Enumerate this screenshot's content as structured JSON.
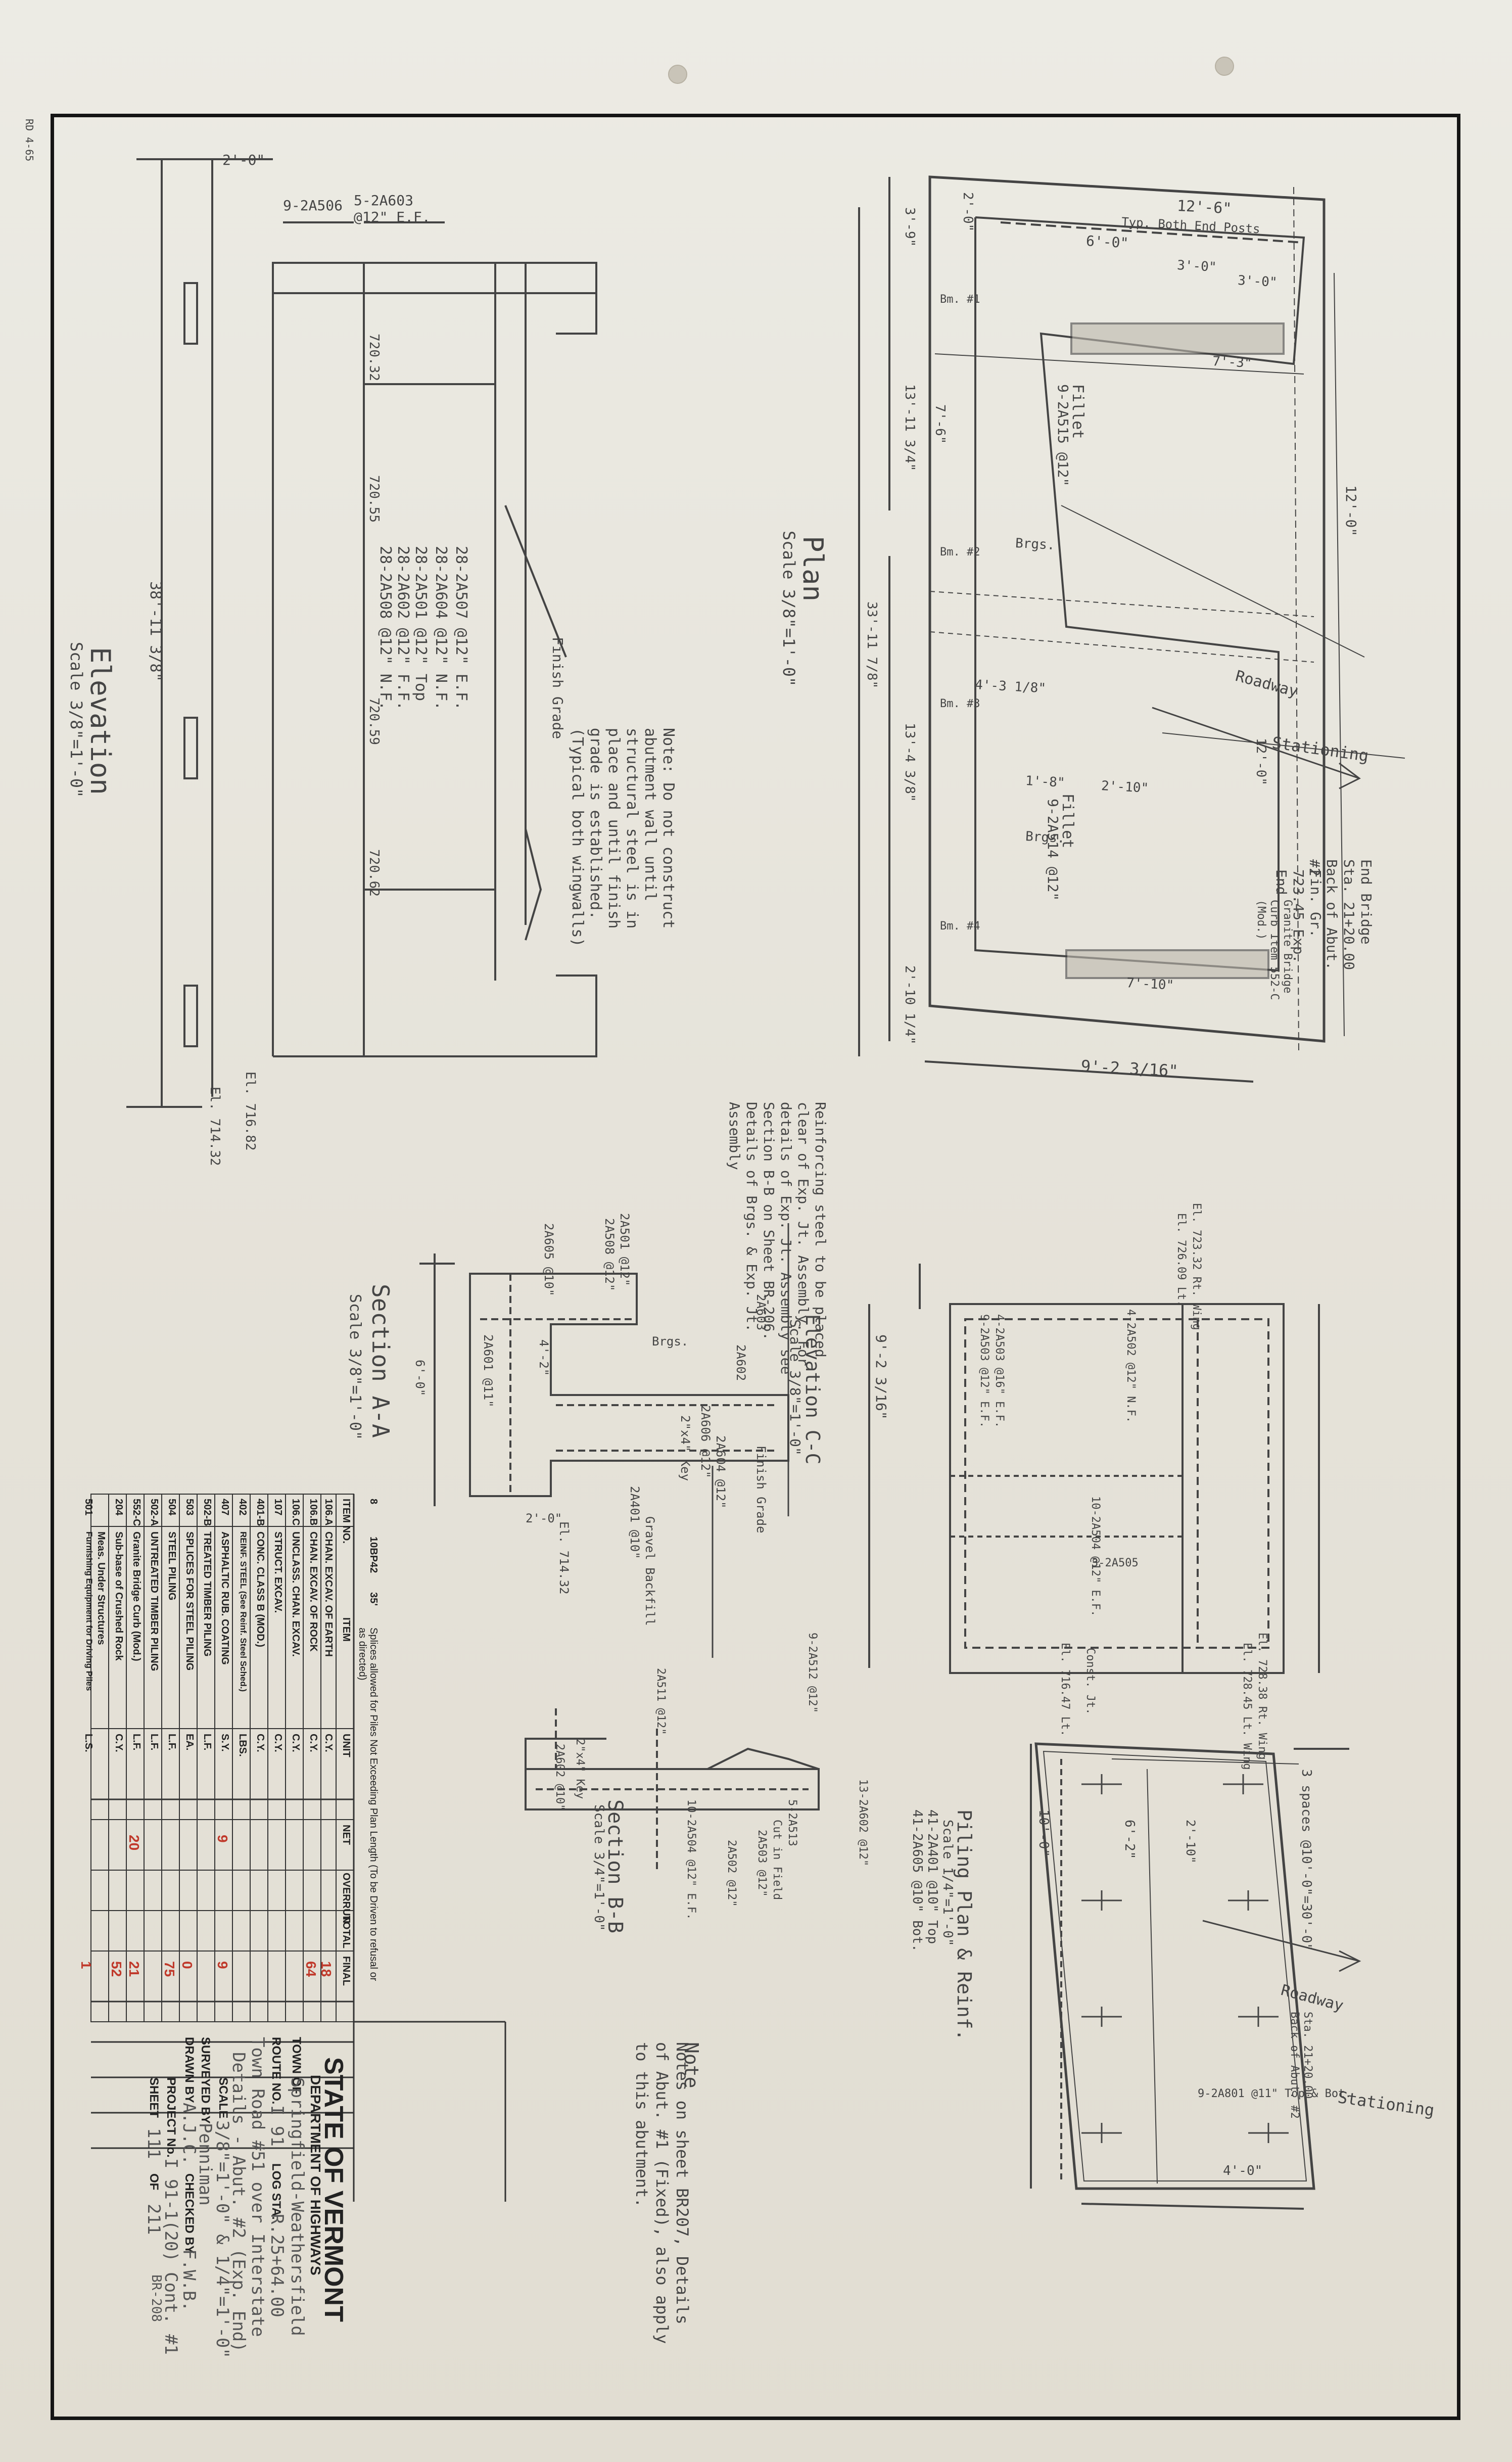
{
  "sheet": {
    "corner_code": "RD 4-65",
    "state_title": "STATE OF VERMONT",
    "dept": "DEPARTMENT OF HIGHWAYS",
    "town_label": "TOWN OF",
    "town_value": "Springfield-Weathersfield",
    "route_label": "ROUTE NO.",
    "route_value": "I 91",
    "log_label": "LOG STA.",
    "log_value": "R.25+64.00",
    "title_line1": "Town Road #51 over Interstate",
    "title_line2": "Details - Abut. #2 (Exp. End)",
    "scale_label": "SCALE",
    "scale_value": "3/8\"=1'-0\" & 1/4\"=1'-0\"",
    "surveyed_label": "SURVEYED BY",
    "surveyed_value": "Penniman",
    "drawn_label": "DRAWN BY",
    "drawn_value": "A.J.C.",
    "checked_label": "CHECKED BY",
    "checked_value": "F.W.B.",
    "project_label": "PROJECT No.",
    "project_value": "I 91-1(20) Cont. #1",
    "sheet_label": "SHEET",
    "sheet_value": "111",
    "of_label": "OF",
    "of_value": "211",
    "sheet_ref": "BR-208"
  },
  "quantities": {
    "headers": [
      "ITEM NO.",
      "ITEM",
      "UNIT",
      "NET",
      "OVERRUN",
      "TOTAL",
      "FINAL"
    ],
    "rows": [
      {
        "no": "106.A",
        "item": "CHAN. EXCAV. OF EARTH",
        "unit": "C.Y.",
        "net": "",
        "final": "18"
      },
      {
        "no": "106.B",
        "item": "CHAN. EXCAV. OF ROCK",
        "unit": "C.Y.",
        "net": "",
        "final": "64"
      },
      {
        "no": "106.C",
        "item": "UNCLASS. CHAN. EXCAV.",
        "unit": "C.Y.",
        "net": "",
        "final": ""
      },
      {
        "no": "107",
        "item": "STRUCT. EXCAV.",
        "unit": "C.Y.",
        "net": "",
        "final": ""
      },
      {
        "no": "401-B",
        "item": "CONC. CLASS B (MOD.)",
        "unit": "C.Y.",
        "net": "",
        "final": ""
      },
      {
        "no": "402",
        "item": "REINF. STEEL (See Reinf. Steel Sched.)",
        "unit": "LBS.",
        "net": "",
        "final": ""
      },
      {
        "no": "407",
        "item": "ASPHALTIC RUB. COATING",
        "unit": "S.Y.",
        "net": "9",
        "final": "9"
      },
      {
        "no": "502-B",
        "item": "TREATED TIMBER PILING",
        "unit": "L.F.",
        "net": "",
        "final": ""
      },
      {
        "no": "503",
        "item": "SPLICES FOR STEEL PILING",
        "unit": "EA.",
        "net": "",
        "final": "0"
      },
      {
        "no": "504",
        "item": "STEEL PILING",
        "unit": "L.F.",
        "net": "",
        "final": "75"
      },
      {
        "no": "502-A",
        "item": "UNTREATED TIMBER PILING",
        "unit": "L.F.",
        "net": "",
        "final": ""
      },
      {
        "no": "552-C",
        "item": "Granite Bridge Curb (Mod.)",
        "unit": "L.F.",
        "net": "20",
        "final": "21"
      },
      {
        "no": "204",
        "item": "Sub-base of Crushed Rock",
        "unit": "C.Y.",
        "net": "",
        "final": "52"
      },
      {
        "no": "",
        "item": "Meas. Under Structures",
        "unit": "",
        "net": "",
        "final": ""
      },
      {
        "no": "501",
        "item": "Furnishing Equipment for Driving Piles",
        "unit": "L.S.",
        "net": "",
        "final": "1"
      }
    ],
    "piling_note": {
      "no": "8",
      "size": "10BP42",
      "est": "35'",
      "note": "Splices allowed for Piles Not Exceeding Plan Length (To be Driven to refusal or as directed)"
    }
  },
  "views": {
    "elevation": {
      "title": "Elevation",
      "scale": "Scale 3/8\"=1'-0\"",
      "dim": "38'-11 3/8\"",
      "top_dim": "2'-0\"",
      "bars": [
        "9-2A506",
        "5-2A603 @12\" E.F.",
        "28-2A507 @12\" E.F.",
        "28-2A604 @12\" N.F.",
        "28-2A501 @12\" Top",
        "28-2A602 @12\" F.F.",
        "28-2A508 @12\" N.F."
      ],
      "els": [
        "720.32",
        "720.55",
        "720.59",
        "720.62",
        "El. 716.82",
        "El. 714.32"
      ],
      "note": "Note: Do not construct abutment wall until structural steel is in place and until finish grade is established. (Typical both wingwalls)",
      "finish_grade": "Finish Grade"
    },
    "plan": {
      "title": "Plan",
      "scale": "Scale 3/8\"=1'-0\"",
      "dims": [
        "12'-6\"",
        "Typ. Both End Posts",
        "6'-0\"",
        "3'-0\"",
        "3'-0\"",
        "2'-0\"",
        "3'-9\"",
        "13'-11 3/4\"",
        "7'-6\"",
        "7'-3\"",
        "33'-11 7/8\"",
        "13'-4 3/8\"",
        "2'-10 1/4\"",
        "9'-2 3/16\"",
        "12'-0\"",
        "12'-0\"",
        "4'-3 1/8\"",
        "2'-10\"",
        "1'-8\"",
        "7'-10\""
      ],
      "labels": [
        "Fillet",
        "9-2A515 @12\"",
        "Fillet",
        "9-2A514 @12\"",
        "Roadway",
        "Stationing",
        "End Bridge Sta. 21+20.00 Back of Abut. #2",
        "Fin. Gr. 723.45 Exp. End",
        "Granite Bridge Curb Item 552-C (Mod.)",
        "Brgs.",
        "Brgs."
      ],
      "bm": [
        "Bm. #1",
        "Bm. #2",
        "Bm. #3",
        "Bm. #4"
      ]
    },
    "section_aa": {
      "title": "Section A-A",
      "scale": "Scale 3/8\"=1'-0\"",
      "labels": [
        "2A605 @10\"",
        "2A501 @12\"",
        "2A508 @12\"",
        "2A603",
        "2A602",
        "2A601 @11\"",
        "2A604 @12\"",
        "2A606 @12\"",
        "2A401 @10\"",
        "Finish Grade",
        "2\"x4\" Key",
        "Gravel Backfill",
        "6'-0\"",
        "2'-0\"",
        "4'-2\"",
        "El. 714.32",
        "Brgs."
      ],
      "note": "Reinforcing steel to be placed clear of Exp. Jt. Assembly. For details of Exp. Jt. Assembly see Section B-B on Sheet BR-206. Details of Brgs. & Exp. Jt. Assembly"
    },
    "section_bb": {
      "title": "Section B-B",
      "scale": "Scale 3/4\"=1'-0\"",
      "labels": [
        "2A511 @12\"",
        "9-2A512 @12\"",
        "2A602 @10\"",
        "10-2A504 @12\" E.F.",
        "2A503 @12\"",
        "5-2A513",
        "Cut in Field",
        "13-2A602 @12\"",
        "2\"x4\" Key",
        "2A502 @12\""
      ]
    },
    "elev_cc": {
      "title": "Elevation C-C",
      "scale": "Scale 3/8\"=1'-0\"",
      "labels": [
        "9'-2 3/16\"",
        "4-2A503 @16\" E.F.",
        "4-2A502 @12\" N.F.",
        "9-2A503 @12\" E.F.",
        "3-2A505",
        "10-2A504 @12\" E.F.",
        "Const. Jt.",
        "El. 723.32 Rt. Wing",
        "El. 726.09 Lt.",
        "El. 728.38 Rt. Wing",
        "El. 728.45 Lt. Wing",
        "El. 716.47 Lt."
      ]
    },
    "piling": {
      "title": "Piling Plan & Reinf.",
      "scale": "Scale 1/4\"=1'-0\"",
      "labels": [
        "41-2A401 @10\" Top",
        "41-2A605 @10\" Bot.",
        "9-2A801 @11\" Top & Bot.",
        "3 spaces @10'-0\"=30'-0\"",
        "Roadway",
        "Stationing",
        "Sta. 21+20.00 Back of Abut. #2",
        "6'-2\"",
        "10'-0\"",
        "4'-0\"",
        "2'-10\""
      ]
    },
    "note2": {
      "title": "Note",
      "text": "Notes on sheet BR207, Details of Abut. #1 (Fixed), also apply to this abutment."
    }
  }
}
